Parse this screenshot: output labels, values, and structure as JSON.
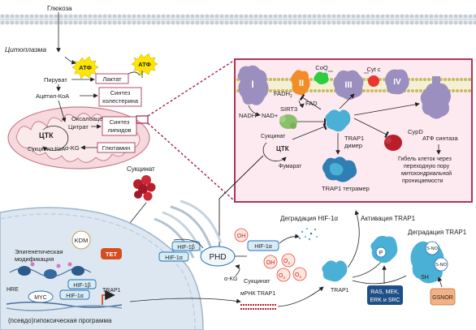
{
  "membrane": {
    "glucose": "Глюкоза",
    "cytoplasm": "Цитоплазма"
  },
  "glycolysis": {
    "atp1": "АТФ",
    "atp2": "АТФ",
    "pyruvate": "Пируват",
    "lactate": "Лактат",
    "acetyl_coa": "Ацетил-КоА",
    "cholesterol": [
      "Синтез",
      "холестерина"
    ],
    "citrate": "Цитрат",
    "lipids": [
      "Синтез",
      "липидов"
    ],
    "a_kg": "α-KG",
    "glutamine": "Глютамин"
  },
  "tca": {
    "oxaloacetate": "Оксалоацетат",
    "center": "ЦТК",
    "succinyl": "Сукцинил-КоА"
  },
  "mito_zoom": {
    "complex_1": "I",
    "complex_2": "II",
    "complex_3": "III",
    "complex_4": "IV",
    "coq": "CoQ",
    "cytc": "Cyt c",
    "fadh2": "FADH",
    "fadh2_sub": "2",
    "fad": "FAD",
    "nadh": "NADH",
    "nad": "NAD+",
    "sirt3": "SIRT3",
    "succinate": "Сукцинат",
    "tca": "ЦТК",
    "fumarate": "Фумарат",
    "trap1_dimer": [
      "TRAP1",
      "димер"
    ],
    "trap1_tetramer": "TRAP1 тетрамер",
    "cypd": "CypD",
    "atp_synthase": "АТФ синтаза",
    "cell_death": [
      "Гибель клеток через",
      "переходную пору",
      "митохондриальной",
      "проницаемости"
    ]
  },
  "succinate_label": "Сукцинат",
  "nucleus": {
    "kdm": "KDM",
    "tet": "TET",
    "epigenetic": [
      "Эпигенетическая",
      "модификация"
    ],
    "hif1b_a": "HIF-1β",
    "hif1a_a": "HIF-1α",
    "hif1b_b": "HIF-1β",
    "hif1a_b": "HIF-1α",
    "hre": "HRE",
    "myc": "MYC",
    "trap1": "TRAP1",
    "program": "(псевдо)гипоксическая программа"
  },
  "cyto": {
    "phd": "PHD",
    "akg": "α-KG",
    "succinate": "Сукцинат",
    "mrna": "мРНК TRAP1",
    "hif1a_deg_label": "Деградация HIF-1α",
    "hif_oh": "HIF-1α",
    "oh": "OH",
    "o2": "O",
    "o2_sub": "2",
    "trap1": "TRAP1"
  },
  "activation": {
    "title": "Активация TRAP1",
    "p": "P",
    "kinases": [
      "RAS, MEK,",
      "ERK и SRC"
    ]
  },
  "degradation": {
    "title": "Деградация TRAP1",
    "sno": "S-NO",
    "sh": "SH",
    "gsnor": "GSNOR"
  },
  "colors": {
    "mito_box_border": "#a0224a",
    "mito_box_fill": "#fdeaf0",
    "nucleus": "#dde7f1",
    "membrane": "#b3c2cf",
    "trap1": "#4ab0d6",
    "complex": "#9b8fbf",
    "atp": "#ffe600",
    "succinate_cluster": "#b81f2b",
    "hif1a_box": "#d8ecf6",
    "tet": "#d64e20",
    "mito_outline": "#c67a8c",
    "mito_inner": "#f6d8dd"
  }
}
